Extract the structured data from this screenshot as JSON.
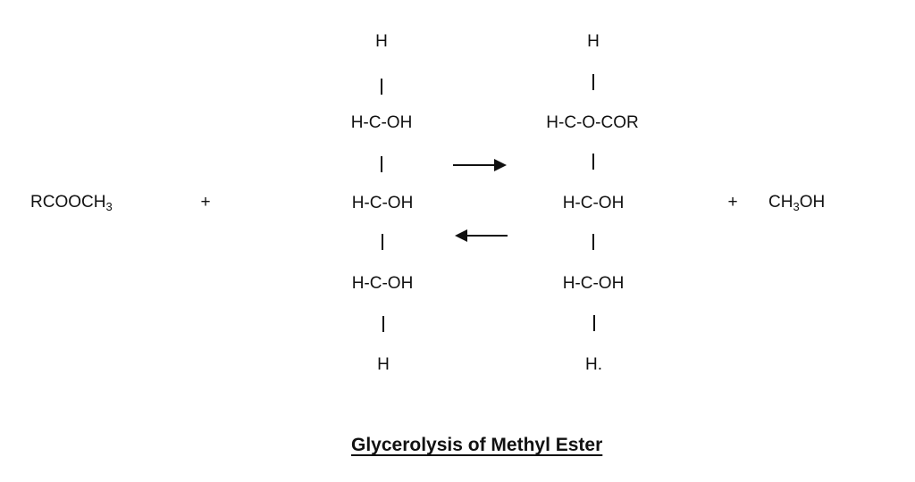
{
  "reactant_ester": {
    "main": "RCOOCH",
    "sub": "3"
  },
  "plus_1": "+",
  "glycerol": {
    "top_h": "H",
    "rows": [
      "H-C-OH",
      "H-C-OH",
      "H-C-OH"
    ],
    "bottom_h": "H"
  },
  "forward_arrow": "right-arrow",
  "reverse_arrow": "left-arrow",
  "monoglyceride": {
    "top_h": "H",
    "rows": [
      "H-C-O-COR",
      "H-C-OH",
      "H-C-OH"
    ],
    "bottom_h": "H."
  },
  "plus_2": "+",
  "methanol": {
    "pre": "CH",
    "sub": "3",
    "post": "OH"
  },
  "title": "Glycerolysis of Methyl Ester"
}
